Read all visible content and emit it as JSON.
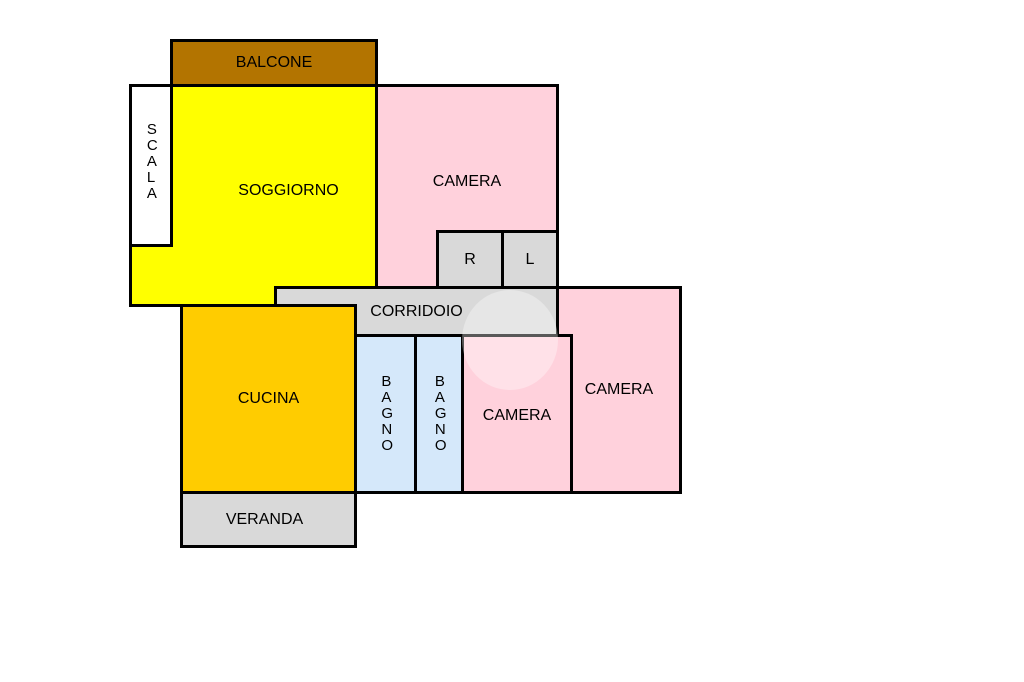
{
  "rooms": {
    "balcone": {
      "label": "BALCONE",
      "color": "#b37400"
    },
    "soggiorno": {
      "label": "SOGGIORNO",
      "color": "#ffff00"
    },
    "scala": {
      "label": "SCALA",
      "color": "#ffffff"
    },
    "camera_top": {
      "label": "CAMERA",
      "color": "#ffd1dc"
    },
    "r": {
      "label": "R",
      "color": "#d9d9d9"
    },
    "l": {
      "label": "L",
      "color": "#d9d9d9"
    },
    "corridoio": {
      "label": "CORRIDOIO",
      "color": "#d9d9d9"
    },
    "camera_right": {
      "label": "CAMERA",
      "color": "#ffd1dc"
    },
    "cucina": {
      "label": "CUCINA",
      "color": "#ffcc00"
    },
    "bagno1": {
      "label": "BAGNO",
      "color": "#d5e8fa"
    },
    "bagno2": {
      "label": "BAGNO",
      "color": "#d5e8fa"
    },
    "camera_mid": {
      "label": "CAMERA",
      "color": "#ffd1dc"
    },
    "veranda": {
      "label": "VERANDA",
      "color": "#d9d9d9"
    }
  }
}
